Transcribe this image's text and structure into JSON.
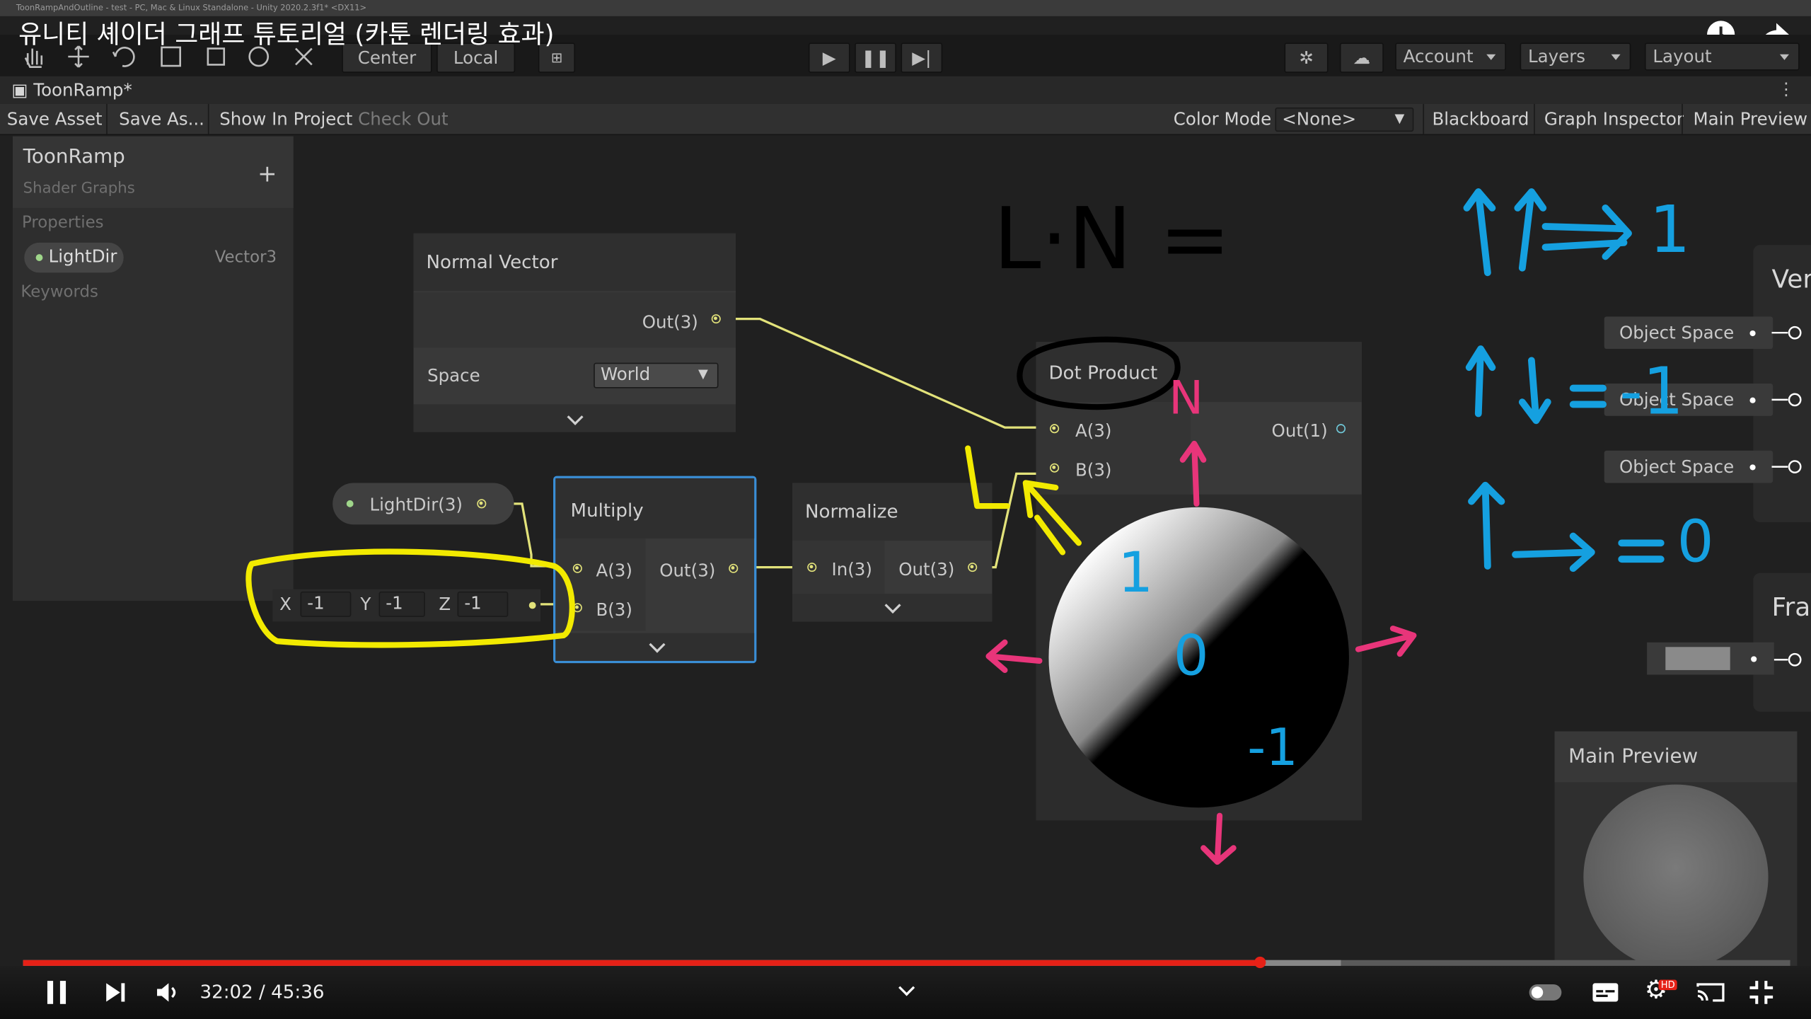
{
  "video": {
    "title": "유니티 셰이더 그래프 튜토리얼 (카툰 렌더링 효과)",
    "window_caption": "ToonRampAndOutline - test - PC, Mac & Linux Standalone - Unity 2020.2.3f1* <DX11>",
    "time_current": "32:02",
    "time_total": "45:36",
    "time_separator": "/",
    "progress": 0.7,
    "buffered": 0.746,
    "quality_badge": "HD"
  },
  "toolbar": {
    "pivot_center": "Center",
    "pivot_local": "Local",
    "account": "Account",
    "layers": "Layers",
    "layout": "Layout"
  },
  "tab": {
    "name": "ToonRamp*"
  },
  "graph_toolbar": {
    "save_asset": "Save Asset",
    "save_as": "Save As...",
    "show_in_project": "Show In Project",
    "check_out": "Check Out",
    "color_mode_label": "Color Mode",
    "color_mode_value": "<None>",
    "blackboard": "Blackboard",
    "graph_inspector": "Graph Inspector",
    "main_preview": "Main Preview"
  },
  "blackboard": {
    "title": "ToonRamp",
    "subtitle": "Shader Graphs",
    "add": "+",
    "properties_label": "Properties",
    "property_name": "LightDir",
    "property_type": "Vector3",
    "keywords_label": "Keywords"
  },
  "nodes": {
    "normal_vector": {
      "title": "Normal Vector",
      "out": "Out(3)",
      "space_label": "Space",
      "space_value": "World"
    },
    "lightdir": {
      "label": "LightDir(3)"
    },
    "vector_input": {
      "x_label": "X",
      "x": "-1",
      "y_label": "Y",
      "y": "-1",
      "z_label": "Z",
      "z": "-1"
    },
    "multiply": {
      "title": "Multiply",
      "a": "A(3)",
      "b": "B(3)",
      "out": "Out(3)"
    },
    "normalize": {
      "title": "Normalize",
      "in": "In(3)",
      "out": "Out(3)"
    },
    "dot_product": {
      "title": "Dot Product",
      "a": "A(3)",
      "b": "B(3)",
      "out": "Out(1)"
    }
  },
  "master_stack": {
    "vertex_title": "Ver",
    "fragment_title": "Fra",
    "object_space": [
      "Object Space",
      "Object Space",
      "Object Space"
    ]
  },
  "main_preview": {
    "title": "Main Preview"
  },
  "annotations": {
    "formula": "L·N =",
    "rule1_result": "1",
    "rule2_result": "-1",
    "rule3_result": "0",
    "sphere_top": "1",
    "sphere_mid": "0",
    "sphere_bottom": "-1",
    "n_label": "N"
  },
  "colors": {
    "accent_red": "#e62117",
    "wire_yellow": "#e2e27a",
    "marker_yellow": "#f2ea00",
    "marker_pink": "#e8357a",
    "marker_blue": "#15a0e0",
    "selection_blue": "#3a8ed6"
  }
}
